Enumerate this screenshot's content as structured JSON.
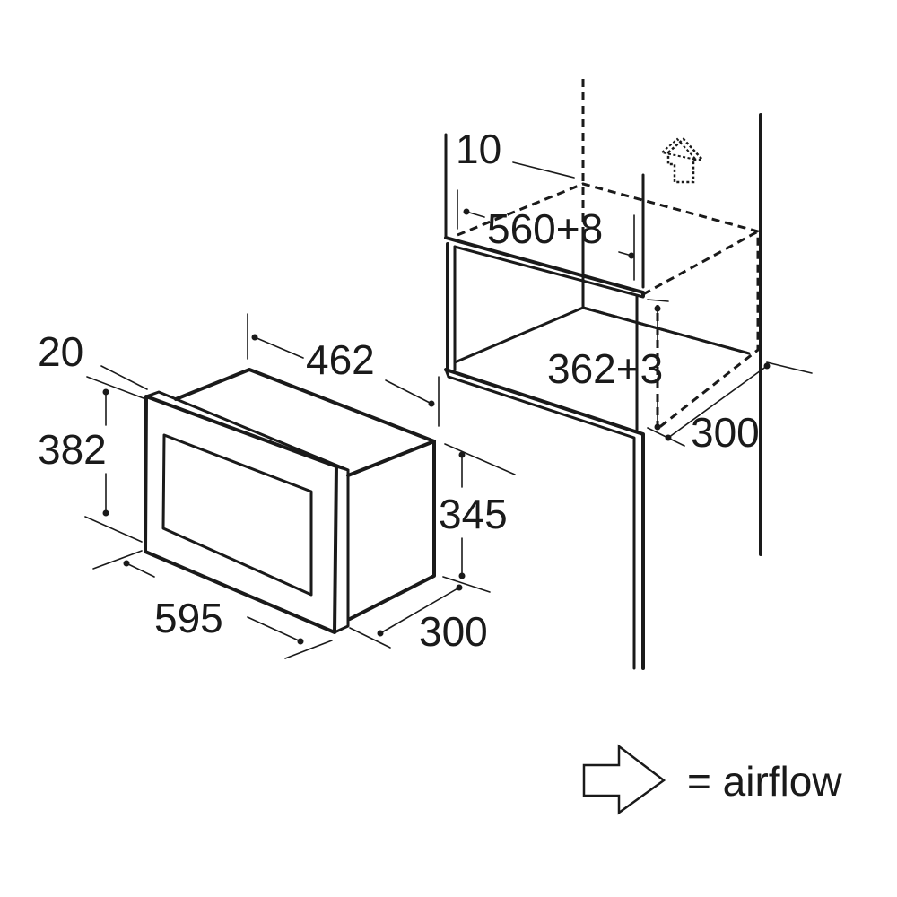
{
  "microwave": {
    "dim_door_thickness": "20",
    "dim_front_height": "382",
    "dim_depth_top": "462",
    "dim_body_height": "345",
    "dim_front_width": "595",
    "dim_body_depth": "300"
  },
  "cabinet": {
    "dim_side_gap": "10",
    "dim_opening_width": "560+8",
    "dim_opening_height": "362+3",
    "dim_opening_depth": "300"
  },
  "legend": {
    "airflow_label": "= airflow",
    "arrow_icon": "outline-right-arrow"
  }
}
